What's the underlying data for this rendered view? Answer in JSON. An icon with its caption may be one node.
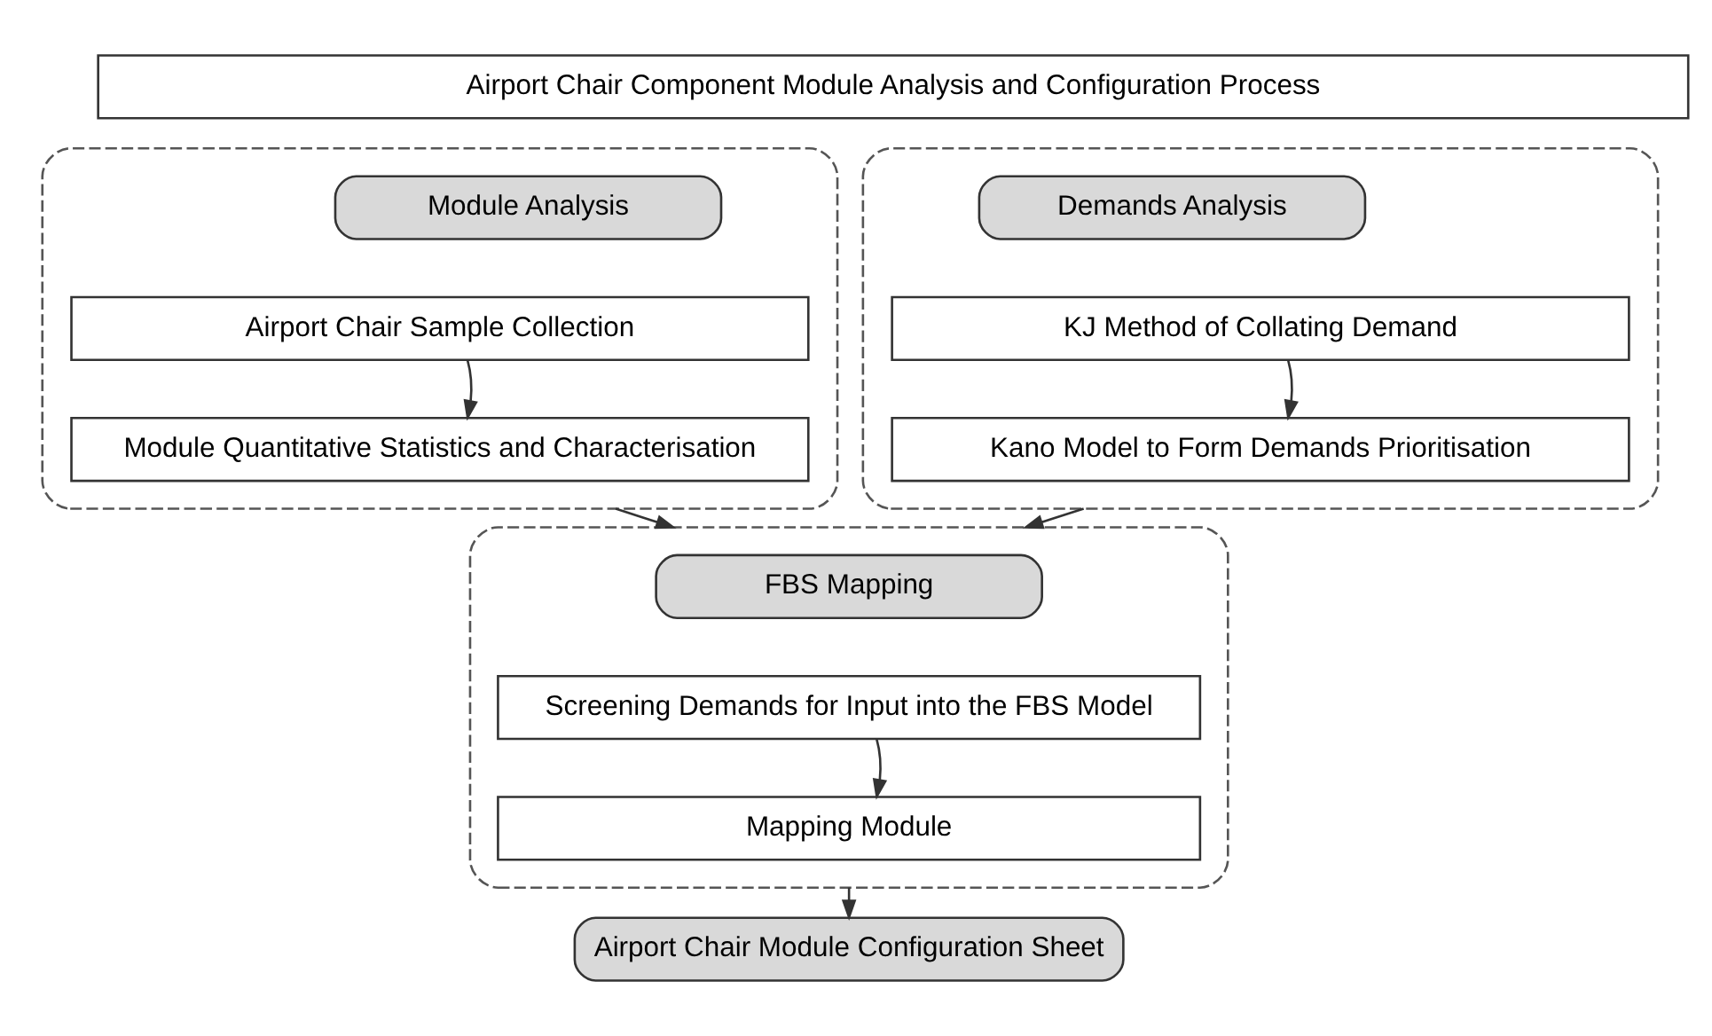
{
  "diagram": {
    "nodes": [
      {
        "text": [
          "Airport Chair Component Module Analysis and Configuration Process"
        ]
      },
      {
        "text": [],
        "shape": "box"
      },
      {
        "text": [
          "Module Analysis"
        ],
        "in": 1
      },
      {
        "text": [
          "Airport Chair Sample Collection"
        ],
        "in": 1
      },
      {
        "text": [
          "Module Quantitative Statistics and Characterisation"
        ],
        "in": 1
      },
      {
        "text": [],
        "shape": "box"
      },
      {
        "text": [
          "Demands Analysis"
        ],
        "in": 5
      },
      {
        "text": [
          "KJ Method of Collating Demand"
        ],
        "in": 5
      },
      {
        "text": [
          "Kano Model to Form Demands Prioritisation"
        ],
        "in": 5
      },
      {
        "text": [],
        "shape": "box"
      },
      {
        "text": [
          "FBS Mapping"
        ],
        "in": 9
      },
      {
        "text": [
          "Screening Demands for Input into the FBS Model"
        ],
        "in": 9
      },
      {
        "text": [
          "Mapping Module"
        ],
        "in": 9
      },
      {
        "text": [
          "Airport Chair Module Configuration Sheet"
        ]
      }
    ],
    "edges": [
      {
        "from": 3,
        "to": 4,
        "arrow": "to"
      },
      {
        "from": 7,
        "to": 8,
        "arrow": "to"
      },
      {
        "from": 1,
        "to": 9,
        "arrow": "to"
      },
      {
        "from": 5,
        "to": 9,
        "arrow": "to"
      },
      {
        "from": 11,
        "to": 12,
        "arrow": "to"
      },
      {
        "from": 9,
        "to": 13,
        "arrow": "to"
      }
    ]
  }
}
